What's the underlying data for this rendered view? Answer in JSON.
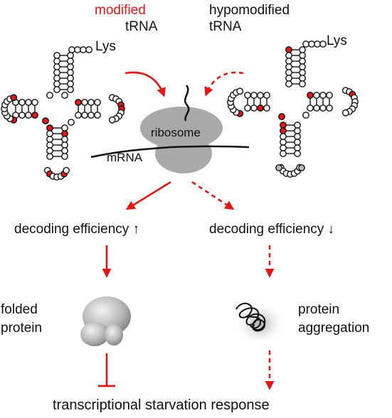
{
  "labels": {
    "modified_line1": "modified",
    "modified_line2": "tRNA",
    "hypo_line1": "hypomodified",
    "hypo_line2": "tRNA",
    "lys_left": "Lys",
    "lys_right": "Lys",
    "ribosome": "ribosome",
    "mrna": "mRNA",
    "decoding_up": "decoding efficiency ↑",
    "decoding_down": "decoding efficiency ↓",
    "folded_line1": "folded",
    "folded_line2": "protein",
    "aggregation_line1": "protein",
    "aggregation_line2": "aggregation",
    "starvation": "transcriptional starvation response"
  },
  "colors": {
    "accent_red": "#e01818",
    "ribosome_grey": "#a9a9a9",
    "text": "#111111"
  }
}
